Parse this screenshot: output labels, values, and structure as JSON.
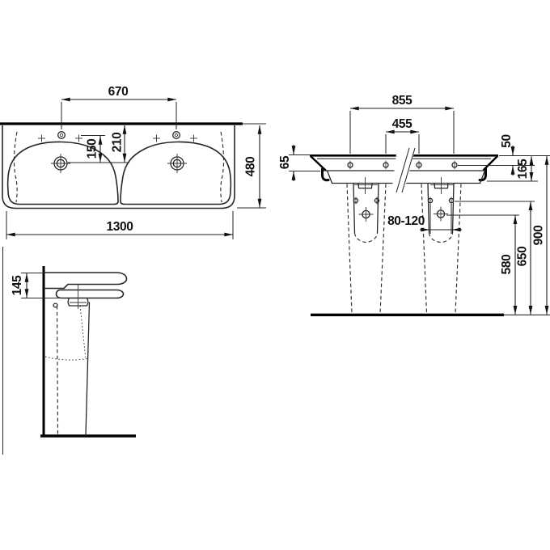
{
  "drawing": {
    "plan_view": {
      "faucet_hole_spacing": "670",
      "faucet_to_drain": "150",
      "edge_to_drain": "210",
      "depth": "480",
      "total_width": "1300"
    },
    "front_view": {
      "outer_fixing_holes": "855",
      "inner_fixing_holes": "455",
      "rim_to_fixing_holes": "50",
      "rim_edge_drop": "65",
      "basin_height": "165",
      "pedestal_fixing_range": "80-120",
      "floor_to_trap": "580",
      "floor_to_pedestal_holes": "650",
      "floor_to_rim": "900"
    },
    "side_view": {
      "rim_thickness": "145"
    }
  }
}
